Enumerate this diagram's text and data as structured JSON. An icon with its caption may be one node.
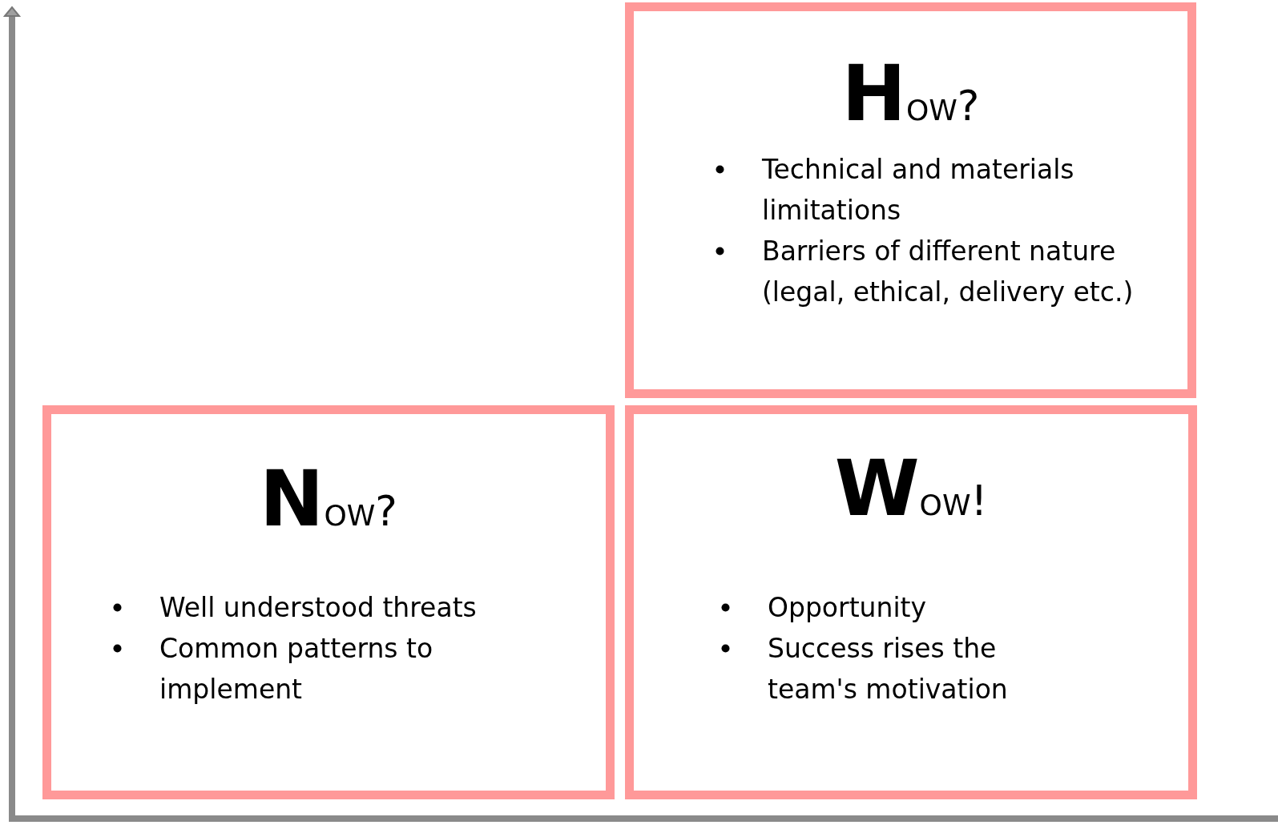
{
  "diagram": {
    "nodes": [
      {
        "text": [
          "How?",
          "Technical and materials limitations",
          "Barriers of different nature (legal, ethical, delivery etc.)"
        ]
      },
      {
        "text": [
          "Now?",
          "Well understood threats",
          "Common patterns to implement"
        ]
      },
      {
        "text": [
          "Wow!",
          "Opportunity",
          "Success rises the team's motivation"
        ]
      }
    ],
    "edges": []
  }
}
